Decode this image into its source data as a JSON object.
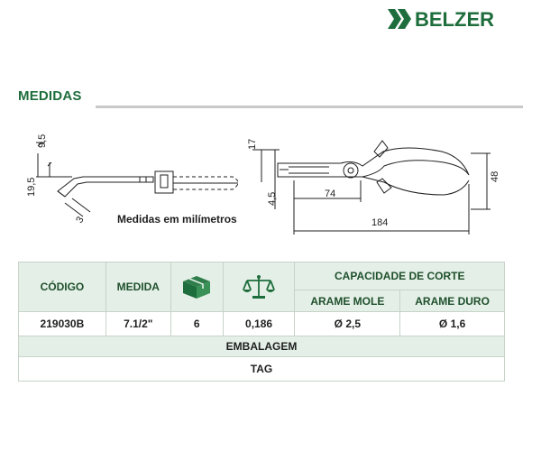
{
  "brand": {
    "name": "BELZER",
    "colors": {
      "green": "#1e6d3c",
      "light_green": "#e4f0e7",
      "gray_rule": "#c9c9c9"
    }
  },
  "section": {
    "title": "MEDIDAS"
  },
  "drawing": {
    "caption": "Medidas em milímetros",
    "dimensions": {
      "tip_height": "9,5",
      "tip_length": "19,5",
      "tip_thickness": "3",
      "jaw_height": "17",
      "jaw_offset": "4,5",
      "jaw_length": "74",
      "overall_length": "184",
      "overall_width": "48"
    }
  },
  "table": {
    "headers": {
      "codigo": "CÓDIGO",
      "medida": "MEDIDA",
      "box_icon": "box-icon",
      "scale_icon": "scale-icon",
      "capacidade": "CAPACIDADE DE CORTE",
      "arame_mole": "ARAME MOLE",
      "arame_duro": "ARAME DURO"
    },
    "row": {
      "codigo": "219030B",
      "medida": "7.1/2\"",
      "quantidade": "6",
      "peso": "0,186",
      "arame_mole": "Ø 2,5",
      "arame_duro": "Ø 1,6"
    },
    "embalagem_label": "EMBALAGEM",
    "embalagem_value": "TAG"
  }
}
